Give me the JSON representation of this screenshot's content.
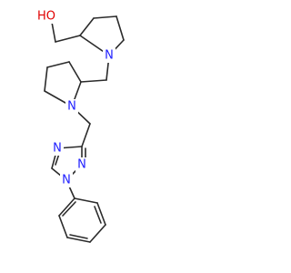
{
  "molecule": {
    "atoms": [
      {
        "id": "O1",
        "label": "HO",
        "color": "#e00000"
      },
      {
        "id": "N1",
        "label": "N",
        "color": "#2020ff"
      },
      {
        "id": "N2",
        "label": "N",
        "color": "#2020ff"
      },
      {
        "id": "N3",
        "label": "N",
        "color": "#2020ff"
      },
      {
        "id": "N4",
        "label": "N",
        "color": "#2020ff"
      },
      {
        "id": "N5",
        "label": "N",
        "color": "#2020ff"
      }
    ]
  }
}
